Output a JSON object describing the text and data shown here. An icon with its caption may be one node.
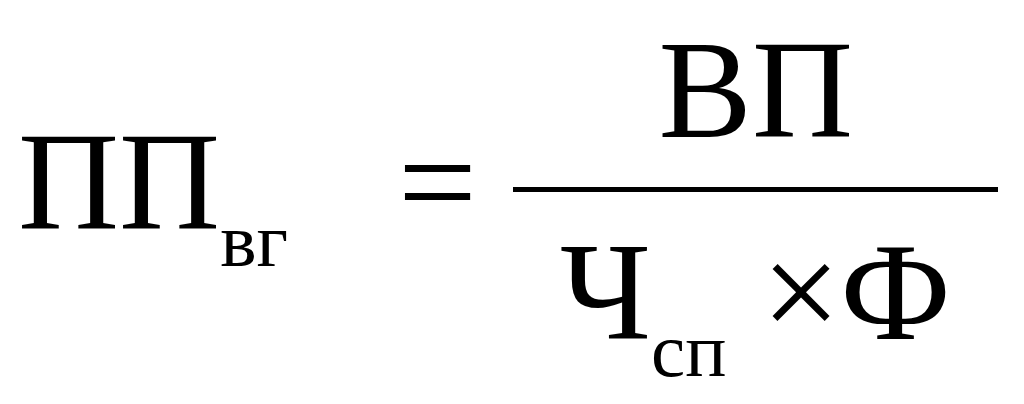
{
  "diagram": {
    "labels": [
      "ПП$_{вг}$",
      "=",
      "ВП",
      "Ч$_{сп}$ ×Ф"
    ]
  }
}
